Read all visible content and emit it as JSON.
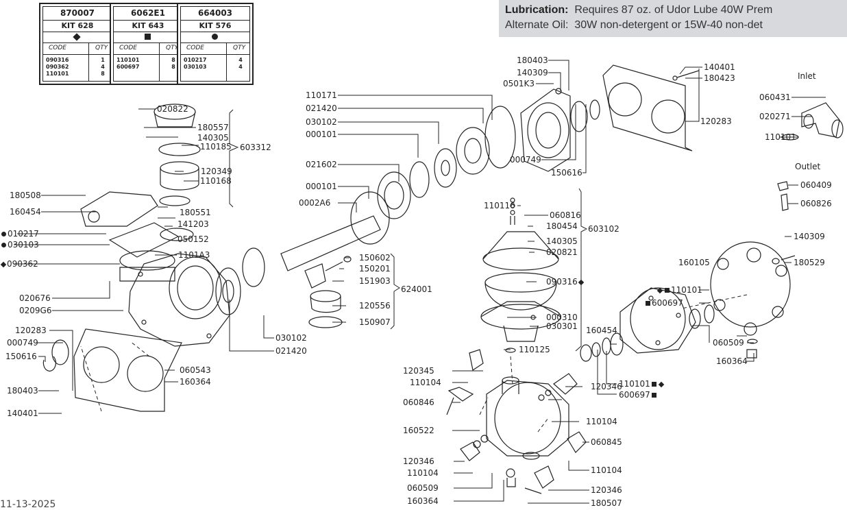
{
  "kits": [
    {
      "part": "870007",
      "kit": "KIT 628",
      "symbol": "diamond",
      "code_header": "CODE",
      "qty_header": "QTY",
      "codes": [
        "090316",
        "090362",
        "110101"
      ],
      "qtys": [
        "1",
        "4",
        "8"
      ]
    },
    {
      "part": "6062E1",
      "kit": "KIT 643",
      "symbol": "square",
      "code_header": "CODE",
      "qty_header": "QTY",
      "codes": [
        "110101",
        "600697"
      ],
      "qtys": [
        "8",
        "8"
      ]
    },
    {
      "part": "664003",
      "kit": "KIT 576",
      "symbol": "circle",
      "code_header": "CODE",
      "qty_header": "QTY",
      "codes": [
        "010217",
        "030103"
      ],
      "qtys": [
        "4",
        "4"
      ]
    }
  ],
  "lubrication": {
    "label": "Lubrication",
    "text": "Requires 87 oz. of Udor Lube 40W Prem",
    "alt_label": "Alternate Oil:",
    "alt_text": "30W non-detergent or 15W-40 non-det"
  },
  "inlet_label": "Inlet",
  "outlet_label": "Outlet",
  "date": "11-13-2025",
  "part_labels": [
    "020822",
    "180557",
    "140305",
    "110185",
    "120349",
    "110168",
    "180551",
    "141203",
    "050152",
    "1101A3",
    "603312",
    "180508",
    "160454",
    "010217",
    "030103",
    "090362",
    "020676",
    "0209G6",
    "120283",
    "000749",
    "150616",
    "180403",
    "140401",
    "060543",
    "160364",
    "110171",
    "021420",
    "030102",
    "000101",
    "021602",
    "000101",
    "0002A6",
    "030102",
    "021420",
    "150602",
    "150201",
    "151903",
    "120556",
    "150907",
    "624001",
    "180403",
    "140309",
    "0501K3",
    "140401",
    "180423",
    "120283",
    "000749",
    "150616",
    "060431",
    "020271",
    "110101",
    "060409",
    "060826",
    "110116",
    "060816",
    "180454",
    "140305",
    "020821",
    "090316",
    "000310",
    "030301",
    "110125",
    "603102",
    "140309",
    "180529",
    "160105",
    "110101",
    "600697",
    "160454",
    "060509",
    "160364",
    "110101",
    "600697",
    "120345",
    "110104",
    "060846",
    "160522",
    "120346",
    "110104",
    "060509",
    "160364",
    "120346",
    "110104",
    "060845",
    "110104",
    "120346",
    "180507"
  ]
}
